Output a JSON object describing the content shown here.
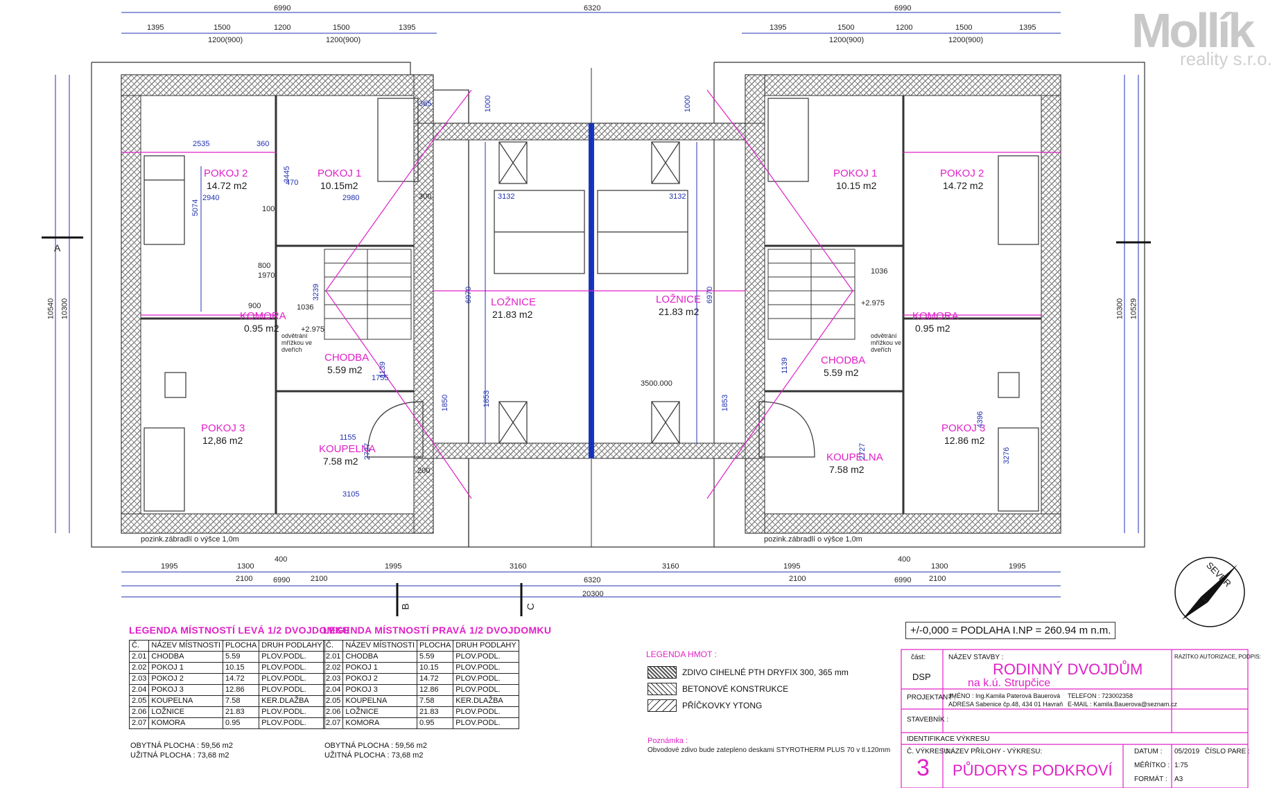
{
  "logo": {
    "line1": "Mollík",
    "line2": "reality s.r.o."
  },
  "rooms_left": [
    {
      "name": "POKOJ 2",
      "area": "14.72 m2"
    },
    {
      "name": "POKOJ 1",
      "area": "10.15m2"
    },
    {
      "name": "KOMORA",
      "area": "0.95 m2"
    },
    {
      "name": "CHODBA",
      "area": "5.59 m2"
    },
    {
      "name": "POKOJ 3",
      "area": "12,86 m2"
    },
    {
      "name": "KOUPELNA",
      "area": "7.58 m2"
    },
    {
      "name": "LOŽNICE",
      "area": "21.83 m2"
    }
  ],
  "rooms_right": [
    {
      "name": "POKOJ 1",
      "area": "10.15 m2"
    },
    {
      "name": "POKOJ 2",
      "area": "14.72 m2"
    },
    {
      "name": "KOMORA",
      "area": "0.95 m2"
    },
    {
      "name": "CHODBA",
      "area": "5.59 m2"
    },
    {
      "name": "POKOJ 3",
      "area": "12.86 m2"
    },
    {
      "name": "KOUPELNA",
      "area": "7.58 m2"
    },
    {
      "name": "LOŽNICE",
      "area": "21.83 m2"
    }
  ],
  "dims": {
    "top_overall": [
      "6990",
      "6320",
      "6990"
    ],
    "top_left_chain": [
      "1395",
      "1500",
      "1200",
      "1500",
      "1395"
    ],
    "top_left_sub": [
      "1200(900)",
      "1200(900)"
    ],
    "top_right_chain": [
      "1395",
      "1500",
      "1200",
      "1500",
      "1395"
    ],
    "top_right_sub": [
      "1200(900)",
      "1200(900)"
    ],
    "bottom_chain": [
      "1995",
      "1300",
      "1995",
      "3160",
      "3160",
      "1995",
      "1300",
      "1995"
    ],
    "bottom_sub": [
      "2100",
      "2100",
      "2100",
      "2100"
    ],
    "bottom_mid": [
      "400",
      "6990",
      "6320",
      "6990",
      "400"
    ],
    "bottom_total": "20300",
    "left_vertical": [
      "10540",
      "10300"
    ],
    "right_vertical": [
      "10300",
      "10529"
    ],
    "misc": [
      "2535",
      "360",
      "365",
      "2940",
      "2980",
      "5074",
      "3132",
      "3132",
      "1000",
      "1000",
      "6970",
      "6970",
      "3500.000",
      "1853",
      "1853",
      "1850",
      "1155",
      "3105",
      "2727",
      "2727",
      "1755",
      "1139",
      "1139",
      "3239",
      "1036",
      "1036",
      "800",
      "1970",
      "900",
      "+2.975",
      "+2.975",
      "4396",
      "3276",
      "200",
      "300",
      "100",
      "470",
      "3445"
    ]
  },
  "notes": {
    "railing": "pozink.zábradlí o výšce 1,0m",
    "vent": "odvětrání mřížkou ve dveřích",
    "section_a": "A",
    "section_b": "B",
    "section_c": "C"
  },
  "legend_left": {
    "title": "LEGENDA MÍSTNOSTÍ LEVÁ 1/2 DVOJDOMKU",
    "headers": [
      "Č.",
      "NÁZEV MÍSTNOSTI",
      "PLOCHA",
      "DRUH PODLAHY"
    ],
    "rows": [
      [
        "2.01",
        "CHODBA",
        "5.59",
        "PLOV.PODL."
      ],
      [
        "2.02",
        "POKOJ 1",
        "10.15",
        "PLOV.PODL."
      ],
      [
        "2.03",
        "POKOJ 2",
        "14.72",
        "PLOV.PODL."
      ],
      [
        "2.04",
        "POKOJ 3",
        "12.86",
        "PLOV.PODL."
      ],
      [
        "2.05",
        "KOUPELNA",
        "7.58",
        "KER.DLAŽBA"
      ],
      [
        "2.06",
        "LOŽNICE",
        "21.83",
        "PLOV.PODL."
      ],
      [
        "2.07",
        "KOMORA",
        "0.95",
        "PLOV.PODL."
      ]
    ],
    "obytna": "OBYTNÁ PLOCHA : 59,56 m2",
    "uzitna": "UŽITNÁ PLOCHA : 73,68 m2"
  },
  "legend_right": {
    "title": "LEGENDA MÍSTNOSTÍ PRAVÁ 1/2 DVOJDOMKU",
    "headers": [
      "Č.",
      "NÁZEV MÍSTNOSTI",
      "PLOCHA",
      "DRUH PODLAHY"
    ],
    "rows": [
      [
        "2.01",
        "CHODBA",
        "5.59",
        "PLOV.PODL."
      ],
      [
        "2.02",
        "POKOJ 1",
        "10.15",
        "PLOV.PODL."
      ],
      [
        "2.03",
        "POKOJ 2",
        "14.72",
        "PLOV.PODL."
      ],
      [
        "2.04",
        "POKOJ 3",
        "12.86",
        "PLOV.PODL."
      ],
      [
        "2.05",
        "KOUPELNA",
        "7.58",
        "KER.DLAŽBA"
      ],
      [
        "2.06",
        "LOŽNICE",
        "21.83",
        "PLOV.PODL."
      ],
      [
        "2.07",
        "KOMORA",
        "0.95",
        "PLOV.PODL."
      ]
    ],
    "obytna": "OBYTNÁ PLOCHA : 59,56 m2",
    "uzitna": "UŽITNÁ PLOCHA : 73,68 m2"
  },
  "materials": {
    "title": "LEGENDA HMOT :",
    "items": [
      "ZDIVO CIHELNÉ PTH  DRYFIX 300, 365 mm",
      "BETONOVÉ KONSTRUKCE",
      "PŘÍČKOVKY YTONG"
    ]
  },
  "remark": {
    "title": "Poznámka :",
    "text": "Obvodové zdivo bude zatepleno deskami STYROTHERM PLUS 70 v tl.120mm"
  },
  "title_block": {
    "level": "+/-0,000 = PODLAHA I.NP = 260.94 m n.m.",
    "cast_label": "část:",
    "cast_value": "DSP",
    "nazev_stavby_label": "NÁZEV STAVBY :",
    "nazev_stavby_1": "RODINNÝ  DVOJDŮM",
    "nazev_stavby_2": "na k.ú. Strupčice",
    "razitko": "RAZÍTKO AUTORIZACE, PODPIS:",
    "projektant_label": "PROJEKTANT :",
    "jmeno": "JMÉNO : Ing.Kamila Paterová Bauerová",
    "adresa": "ADRESA Sabenice čp.48, 434 01 Havraň",
    "telefon": "TELEFON : 723002358",
    "email": "E-MAIL : Kamila.Bauerova@seznam.cz",
    "stavebnik_label": "STAVEBNÍK :",
    "identifikace_label": "IDENTIFIKACE VÝKRESU",
    "cislo_vykresu_label": "Č. VÝKRESU :",
    "nazev_prilohy_label": "NÁZEV PŘÍLOHY - VÝKRESU:",
    "cislo_vykresu": "3",
    "nazev_vykresu": "PŮDORYS PODKROVÍ",
    "datum_label": "DATUM :",
    "datum": "05/2019",
    "meritko_label": "MĚŘÍTKO :",
    "meritko": "1:75",
    "format_label": "FORMÁT :",
    "format": "A3",
    "cislo_pare_label": "ČÍSLO PARE :"
  },
  "north_label": "SEVER",
  "colors": {
    "wall_hatch": "#666666",
    "dimension": "#2030b0",
    "room_label": "#e020c8",
    "party_wall": "#1535c8"
  }
}
